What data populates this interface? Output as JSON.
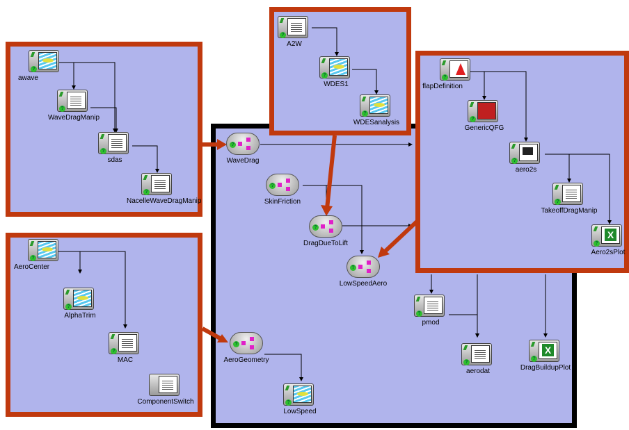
{
  "colors": {
    "panel_bg": "#b0b4ec",
    "frame_red": "#c0390e",
    "frame_black": "#000000"
  },
  "nodes": {
    "awave": "awave",
    "wavedragmanip": "WaveDragManip",
    "sdas": "sdas",
    "nacellewavedragmanip": "NacelleWaveDragManip",
    "a2w": "A2W",
    "wdes1": "WDES1",
    "wdesanalysis": "WDESanalysis",
    "flapdefinition": "flapDefinition",
    "genericqfg": "GenericQFG",
    "aero2s": "aero2s",
    "takeoffdragmanip": "TakeoffDragManip",
    "aero2splot": "Aero2sPlot",
    "aerocenter": "AeroCenter",
    "alphatrim": "AlphaTrim",
    "mac": "MAC",
    "componentswitch": "ComponentSwitch",
    "wavedrag": "WaveDrag",
    "skinfriction": "SkinFriction",
    "dragduetolift": "DragDueToLift",
    "lowspeedaero": "LowSpeedAero",
    "aerogeometry": "AeroGeometry",
    "lowspeed": "LowSpeed",
    "pmod": "pmod",
    "aerodat": "aerodat",
    "dragbuilduplot": "DragBuildupPlot"
  }
}
